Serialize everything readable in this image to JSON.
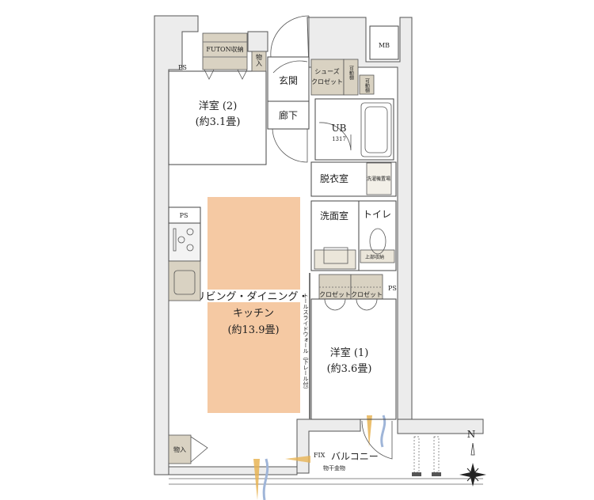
{
  "floor_plan": {
    "rooms": {
      "western_room_2": {
        "name": "洋室 (2)",
        "size": "(約3.1畳)"
      },
      "western_room_1": {
        "name": "洋室 (1)",
        "size": "(約3.6畳)"
      },
      "ldk": {
        "line1": "リビング・ダイニング・",
        "line2": "キッチン",
        "size": "(約13.9畳)"
      },
      "entrance": "玄関",
      "hallway": "廊下",
      "bath": {
        "name": "UB",
        "size": "1317"
      },
      "dressing": "脱衣室",
      "washroom": "洗面室",
      "toilet": "トイレ",
      "balcony": "バルコニー"
    },
    "storage": {
      "futon": "FUTON収納",
      "closet_top": "物入",
      "closet_bottom": "物入",
      "shoes_line1": "シューズ",
      "shoes_line2": "クロゼット",
      "shelf1": "可動棚",
      "shelf2": "可動棚",
      "closet_a": "クロゼット",
      "closet_b": "クロゼット",
      "upper_storage": "上部収納",
      "washer": "洗濯機置場"
    },
    "labels": {
      "ps_top": "PS",
      "ps_kitchen": "PS",
      "ps_right": "PS",
      "mb": "MB",
      "sliding_wall": "トールスライドウォール（下レール付）",
      "fix": "FIX",
      "drying_hardware": "物干金物",
      "north": "N"
    },
    "colors": {
      "ldk_fill": "#f5c9a3",
      "storage_fill": "#d9d2c2",
      "wall_fill": "#ececec",
      "wind_yellow": "#e8b455",
      "wind_blue": "#9fb5d8"
    }
  }
}
